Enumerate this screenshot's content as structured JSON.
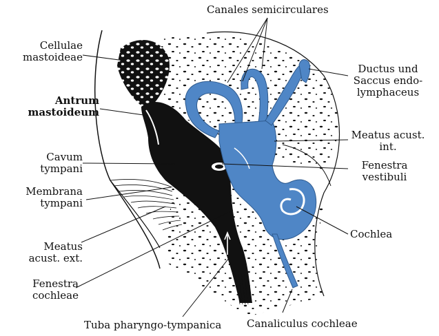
{
  "labels": {
    "canales": "Canales semicirculares",
    "cellulae_1": "Cellulae",
    "cellulae_2": "mastoideae",
    "antrum_1": "Antrum",
    "antrum_2": "mastoideum",
    "cavum_1": "Cavum",
    "cavum_2": "tympani",
    "membrana_1": "Membrana",
    "membrana_2": "tympani",
    "meatus_ext_1": "Meatus",
    "meatus_ext_2": "acust. ext.",
    "fenestra_coch_1": "Fenestra",
    "fenestra_coch_2": "cochleae",
    "tuba": "Tuba pharyngo-tympanica",
    "canaliculus": "Canaliculus cochleae",
    "cochlea": "Cochlea",
    "fenestra_vest_1": "Fenestra",
    "fenestra_vest_2": "vestibuli",
    "meatus_int_1": "Meatus acust.",
    "meatus_int_2": "int.",
    "ductus_1": "Ductus und",
    "ductus_2": "Saccus endo-",
    "ductus_3": "lymphaceus"
  },
  "colors": {
    "labyrinth_blue": "#4f86c6",
    "ink": "#111111",
    "bone": "#ffffff"
  }
}
